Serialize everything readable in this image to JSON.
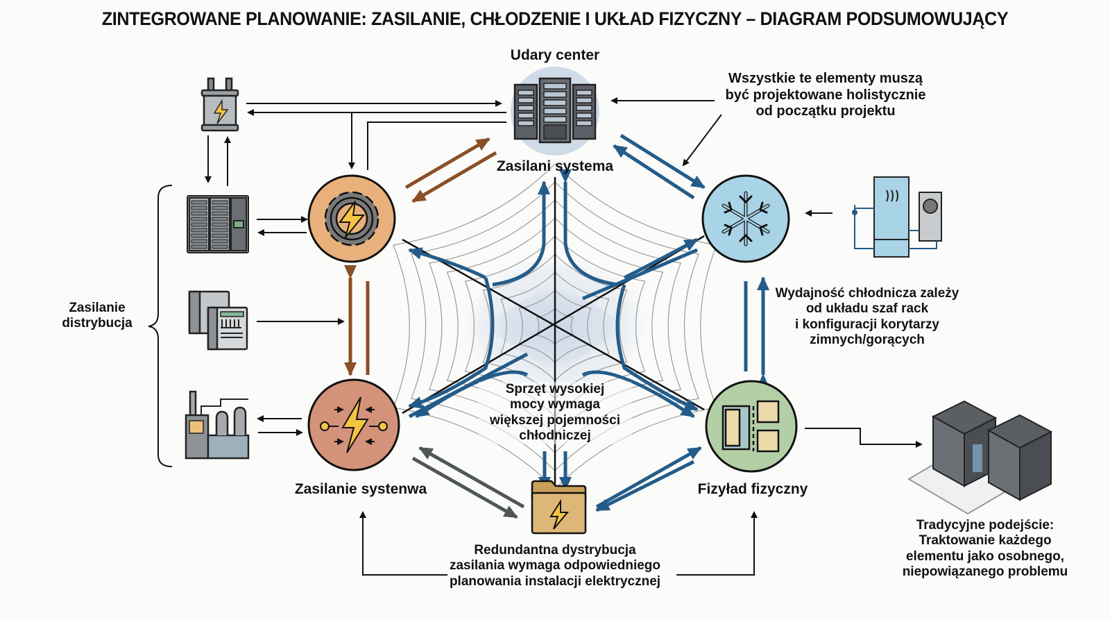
{
  "title": "ZINTEGROWANE PLANOWANIE: ZASILANIE, CHŁODZENIE I UKŁAD FIZYCZNY – DIAGRAM PODSUMOWUJĄCY",
  "nodes": {
    "datacenter": {
      "top_label": "Udary center",
      "bottom_label": "Zasilani systema",
      "icon": "server-rack-icon"
    },
    "power_gear": {
      "label": "",
      "icon": "gear-lightning-icon",
      "color": "#e8b07a"
    },
    "cooling": {
      "label": "",
      "icon": "snowflake-icon",
      "color": "#a9d3e6"
    },
    "system_power": {
      "label": "Zasilanie systenwa",
      "icon": "power-flow-icon",
      "color": "#d4927a"
    },
    "physical_layout": {
      "label": "Fizyład fizyczny",
      "icon": "floor-plan-icon",
      "color": "#b3cfa6"
    },
    "redundant_folder": {
      "icon": "folder-lightning-icon",
      "color": "#dcb777"
    }
  },
  "side_items": [
    {
      "name": "transformer",
      "icon": "transformer-icon"
    },
    {
      "name": "switchgear",
      "icon": "switchgear-icon"
    },
    {
      "name": "power-meter",
      "icon": "power-meter-icon"
    },
    {
      "name": "power-plant",
      "icon": "factory-icon"
    }
  ],
  "annotations": {
    "distribution": "Zasilanie\ndistrybucja",
    "holistic": "Wszystkie te elementy muszą\nbyć projektowane holistycznie\nod początku projektu",
    "cooling_efficiency": "Wydajność chłodnicza zależy\nod układu szaf rack\ni konfiguracji korytarzy\nzimnych/gorących",
    "high_power": "Sprzęt wysokiej\nmocy wymaga\nwiększej pojemności\nchłodniczej",
    "redundant": "Redundantna dystrybucja\nzasilania wymaga odpowiedniego\nplanowania instalacji elektrycznej",
    "traditional": "Tradycyjne podejście:\nTraktowanie każdego\nelementu jako osobnego,\nniepowiązanego problemu"
  },
  "colors": {
    "brown_arrow": "#8a4f27",
    "blue_arrow": "#245c89",
    "gray_arrow": "#4f5656",
    "web_fill": "#c9d6e6",
    "line": "#111111"
  }
}
